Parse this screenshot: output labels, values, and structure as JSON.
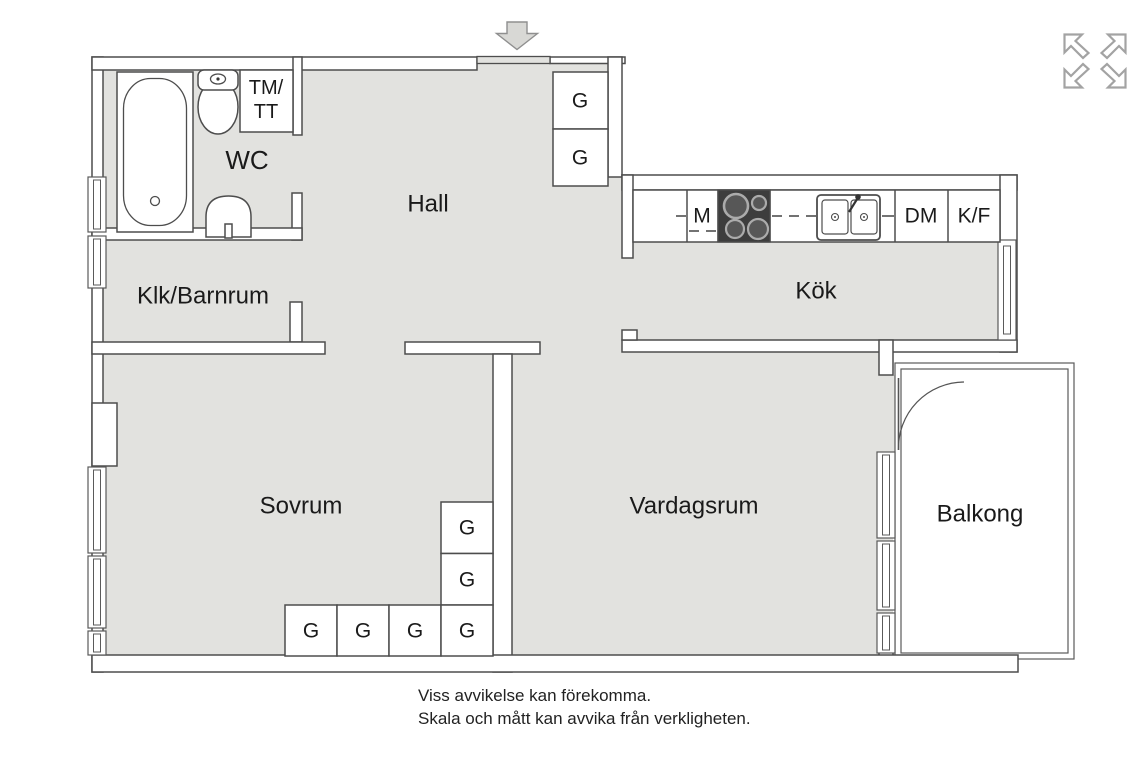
{
  "floorplan": {
    "rooms": {
      "wc": "WC",
      "hall": "Hall",
      "klk_barnrum": "Klk/Barnrum",
      "kok": "Kök",
      "sovrum": "Sovrum",
      "vardagsrum": "Vardagsrum",
      "balkong": "Balkong"
    },
    "fixtures": {
      "tm_tt_line1": "TM/",
      "tm_tt_line2": "TT",
      "microwave": "M",
      "dishwasher": "DM",
      "fridge_freezer": "K/F",
      "wardrobe": "G"
    },
    "icons": {
      "fullscreen": "expand-arrows-icon",
      "entrance": "entrance-arrow-down-icon"
    },
    "colors": {
      "floor_fill": "#e2e2df",
      "wall_stroke": "#4d4d4d",
      "stove_fill": "#3d3d3d",
      "arrow_fill": "#d8d8d5",
      "icon_gray": "#a3a3a3"
    }
  },
  "footer": {
    "disclaimer_line1": "Viss avvikelse kan förekomma.",
    "disclaimer_line2": "Skala och mått kan avvika från verkligheten."
  }
}
